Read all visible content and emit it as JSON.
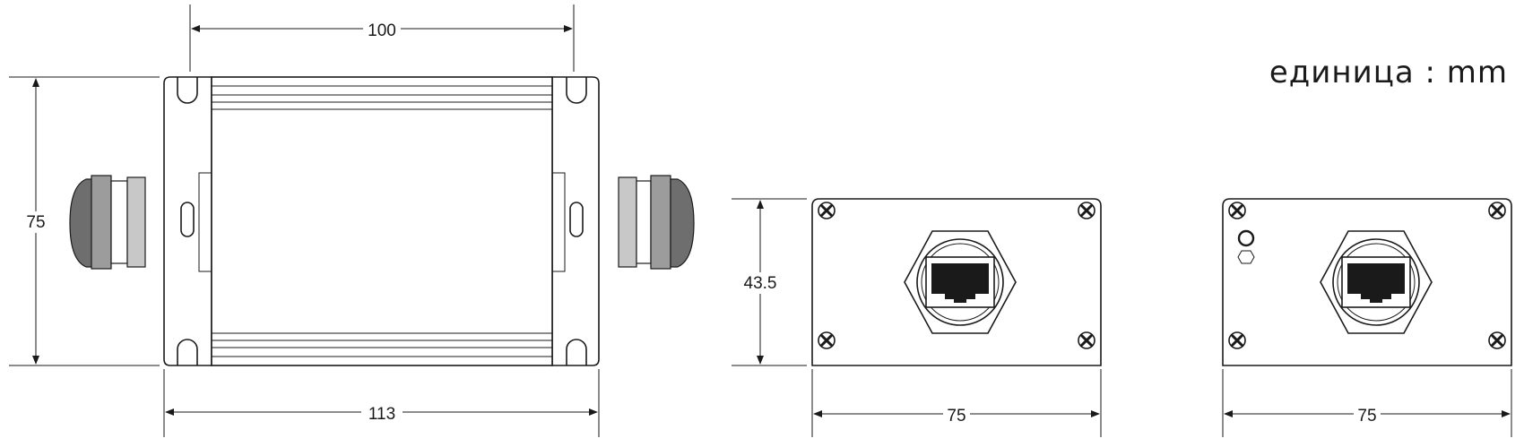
{
  "unit_label": "единица : mm",
  "top_view": {
    "width_inner": "100",
    "width_outer": "113",
    "height": "75"
  },
  "side_view_left": {
    "height": "43.5",
    "width": "75"
  },
  "side_view_right": {
    "width": "75"
  },
  "colors": {
    "line": "#1a1a1a",
    "gland_dark": "#6e6e6e",
    "gland_mid": "#9c9c9c",
    "gland_light": "#c8c8c8",
    "port_fill": "#1a1a1a"
  },
  "icons": [
    "arrow-icon",
    "screw-icon",
    "rj45-port-icon",
    "led-icon"
  ]
}
